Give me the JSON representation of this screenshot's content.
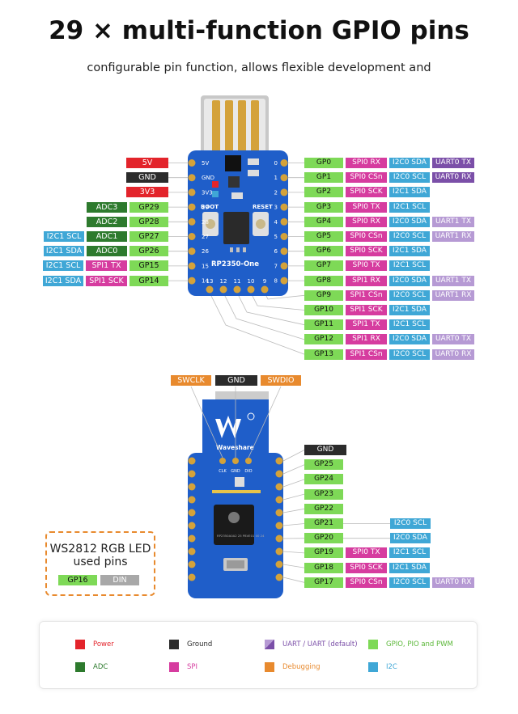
{
  "title": "29 × multi-function GPIO pins",
  "subtitle": "configurable pin function, allows flexible development and",
  "colors": {
    "gpio": "#7ed957",
    "spi": "#d63c9f",
    "i2c": "#3fa7d6",
    "uart": "#7b4fa8",
    "uart_default": "#b69ad4",
    "adc": "#2d7a2d",
    "power": "#e3242b",
    "ground": "#2b2b2b",
    "debug": "#e88a2e",
    "board": "#1f5ec9"
  },
  "board_top": {
    "label": "RP2350-One",
    "boot": "BOOT",
    "reset": "RESET",
    "left_pin_numbers": [
      "5V",
      "GND",
      "3V3",
      "29",
      "28",
      "27",
      "26",
      "15",
      "14"
    ],
    "right_pin_numbers": [
      "0",
      "1",
      "2",
      "3",
      "4",
      "5",
      "6",
      "7",
      "8"
    ],
    "bottom_pin_numbers": [
      "13",
      "12",
      "11",
      "10",
      "9"
    ]
  },
  "left_pins": [
    {
      "labels": [
        "5V"
      ],
      "types": [
        "pwr"
      ]
    },
    {
      "labels": [
        "GND"
      ],
      "types": [
        "gnd"
      ]
    },
    {
      "labels": [
        "3V3"
      ],
      "types": [
        "pwr"
      ]
    },
    {
      "labels": [
        "ADC3",
        "GP29"
      ],
      "types": [
        "adc",
        "gp"
      ]
    },
    {
      "labels": [
        "ADC2",
        "GP28"
      ],
      "types": [
        "adc",
        "gp"
      ]
    },
    {
      "labels": [
        "I2C1 SCL",
        "ADC1",
        "GP27"
      ],
      "types": [
        "i2c",
        "adc",
        "gp"
      ]
    },
    {
      "labels": [
        "I2C1 SDA",
        "ADC0",
        "GP26"
      ],
      "types": [
        "i2c",
        "adc",
        "gp"
      ]
    },
    {
      "labels": [
        "I2C1 SCL",
        "SPI1 TX",
        "GP15"
      ],
      "types": [
        "i2c",
        "spi",
        "gp"
      ]
    },
    {
      "labels": [
        "I2C1 SDA",
        "SPI1 SCK",
        "GP14"
      ],
      "types": [
        "i2c",
        "spi",
        "gp"
      ]
    }
  ],
  "right_pins": [
    {
      "labels": [
        "GP0",
        "SPI0 RX",
        "I2C0 SDA",
        "UART0 TX"
      ],
      "types": [
        "gp",
        "spi",
        "i2c",
        "uart"
      ]
    },
    {
      "labels": [
        "GP1",
        "SPI0 CSn",
        "I2C0 SCL",
        "UART0 RX"
      ],
      "types": [
        "gp",
        "spi",
        "i2c",
        "uart"
      ]
    },
    {
      "labels": [
        "GP2",
        "SPI0 SCK",
        "I2C1 SDA"
      ],
      "types": [
        "gp",
        "spi",
        "i2c"
      ]
    },
    {
      "labels": [
        "GP3",
        "SPI0 TX",
        "I2C1 SCL"
      ],
      "types": [
        "gp",
        "spi",
        "i2c"
      ]
    },
    {
      "labels": [
        "GP4",
        "SPI0 RX",
        "I2C0 SDA",
        "UART1 TX"
      ],
      "types": [
        "gp",
        "spi",
        "i2c",
        "uartl"
      ]
    },
    {
      "labels": [
        "GP5",
        "SPI0 CSn",
        "I2C0 SCL",
        "UART1 RX"
      ],
      "types": [
        "gp",
        "spi",
        "i2c",
        "uartl"
      ]
    },
    {
      "labels": [
        "GP6",
        "SPI0 SCK",
        "I2C1 SDA"
      ],
      "types": [
        "gp",
        "spi",
        "i2c"
      ]
    },
    {
      "labels": [
        "GP7",
        "SPI0 TX",
        "I2C1 SCL"
      ],
      "types": [
        "gp",
        "spi",
        "i2c"
      ]
    },
    {
      "labels": [
        "GP8",
        "SPI1 RX",
        "I2C0 SDA",
        "UART1 TX"
      ],
      "types": [
        "gp",
        "spi",
        "i2c",
        "uartl"
      ]
    },
    {
      "labels": [
        "GP9",
        "SPI1 CSn",
        "I2C0 SCL",
        "UART1 RX"
      ],
      "types": [
        "gp",
        "spi",
        "i2c",
        "uartl"
      ]
    },
    {
      "labels": [
        "GP10",
        "SPI1 SCK",
        "I2C1 SDA"
      ],
      "types": [
        "gp",
        "spi",
        "i2c"
      ]
    },
    {
      "labels": [
        "GP11",
        "SPI1 TX",
        "I2C1 SCL"
      ],
      "types": [
        "gp",
        "spi",
        "i2c"
      ]
    },
    {
      "labels": [
        "GP12",
        "SPI1 RX",
        "I2C0 SDA",
        "UART0 TX"
      ],
      "types": [
        "gp",
        "spi",
        "i2c",
        "uartl"
      ]
    },
    {
      "labels": [
        "GP13",
        "SPI1 CSn",
        "I2C0 SCL",
        "UART0 RX"
      ],
      "types": [
        "gp",
        "spi",
        "i2c",
        "uartl"
      ]
    }
  ],
  "debug_pins": [
    {
      "label": "SWCLK",
      "type": "dbg"
    },
    {
      "label": "GND",
      "type": "gnd"
    },
    {
      "label": "SWDIO",
      "type": "dbg"
    }
  ],
  "board_bottom": {
    "logo": "Waveshare",
    "debug_pad_labels": [
      "CLK",
      "GND",
      "DIO"
    ],
    "chip_text": "RP2350A0A2 25 P8VE01 00 24"
  },
  "back_right_pins": [
    {
      "labels": [
        "GND"
      ],
      "types": [
        "gnd"
      ]
    },
    {
      "labels": [
        "GP25"
      ],
      "types": [
        "gp"
      ]
    },
    {
      "labels": [
        "GP24"
      ],
      "types": [
        "gp"
      ]
    },
    {
      "labels": [
        "GP23"
      ],
      "types": [
        "gp"
      ]
    },
    {
      "labels": [
        "GP22"
      ],
      "types": [
        "gp"
      ]
    },
    {
      "labels": [
        "GP21",
        "I2C0 SCL"
      ],
      "types": [
        "gp",
        "i2c"
      ]
    },
    {
      "labels": [
        "GP20",
        "I2C0 SDA"
      ],
      "types": [
        "gp",
        "i2c"
      ]
    },
    {
      "labels": [
        "GP19",
        "SPI0 TX",
        "I2C1 SCL"
      ],
      "types": [
        "gp",
        "spi",
        "i2c"
      ]
    },
    {
      "labels": [
        "GP18",
        "SPI0 SCK",
        "I2C1 SDA"
      ],
      "types": [
        "gp",
        "spi",
        "i2c"
      ]
    },
    {
      "labels": [
        "GP17",
        "SPI0 CSn",
        "I2C0 SCL",
        "UART0 RX"
      ],
      "types": [
        "gp",
        "spi",
        "i2c",
        "uartl"
      ]
    }
  ],
  "ws2812": {
    "title_line1": "WS2812 RGB LED",
    "title_line2": "used pins",
    "pin": "GP16",
    "din": "DIN"
  },
  "legend": [
    {
      "label": "Power",
      "color": "#e3242b",
      "text_color": "#e3242b"
    },
    {
      "label": "Ground",
      "color": "#2b2b2b",
      "text_color": "#2b2b2b"
    },
    {
      "label": "UART / UART (default)",
      "color": "split",
      "text_color": "#7b4fa8"
    },
    {
      "label": "GPIO, PIO and PWM",
      "color": "#7ed957",
      "text_color": "#5cb83a"
    },
    {
      "label": "ADC",
      "color": "#2d7a2d",
      "text_color": "#2d7a2d"
    },
    {
      "label": "SPI",
      "color": "#d63c9f",
      "text_color": "#d63c9f"
    },
    {
      "label": "Debugging",
      "color": "#e88a2e",
      "text_color": "#e88a2e"
    },
    {
      "label": "I2C",
      "color": "#3fa7d6",
      "text_color": "#3fa7d6"
    }
  ]
}
